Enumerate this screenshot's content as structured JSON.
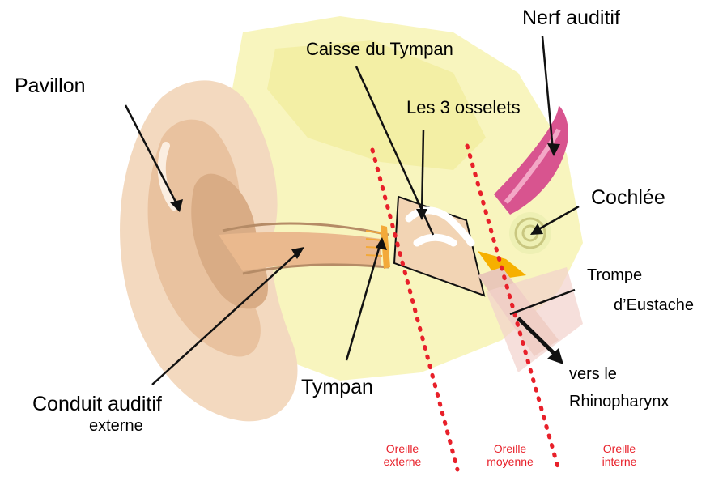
{
  "labels": {
    "pavillon": "Pavillon",
    "caisse": "Caisse du Tympan",
    "osselets": "Les 3 osselets",
    "nerf": "Nerf auditif",
    "cochlee": "Cochlée",
    "trompe_line1": "Trompe",
    "trompe_line2": "d’Eustache",
    "rhino_line1": "vers le",
    "rhino_line2": "Rhinopharynx",
    "tympan": "Tympan",
    "conduit_line1": "Conduit auditif",
    "conduit_line2": "externe"
  },
  "zones": {
    "externe_line1": "Oreille",
    "externe_line2": "externe",
    "moyenne_line1": "Oreille",
    "moyenne_line2": "moyenne",
    "interne_line1": "Oreille",
    "interne_line2": "interne"
  },
  "colors": {
    "skin": "#f3d9bf",
    "skin_dark": "#d9ac85",
    "bone": "#f7f4b7",
    "nerve": "#d8548f",
    "cochlea": "#eef0b4",
    "zone_line": "#e8202a",
    "ossicles": "#f6b000"
  }
}
